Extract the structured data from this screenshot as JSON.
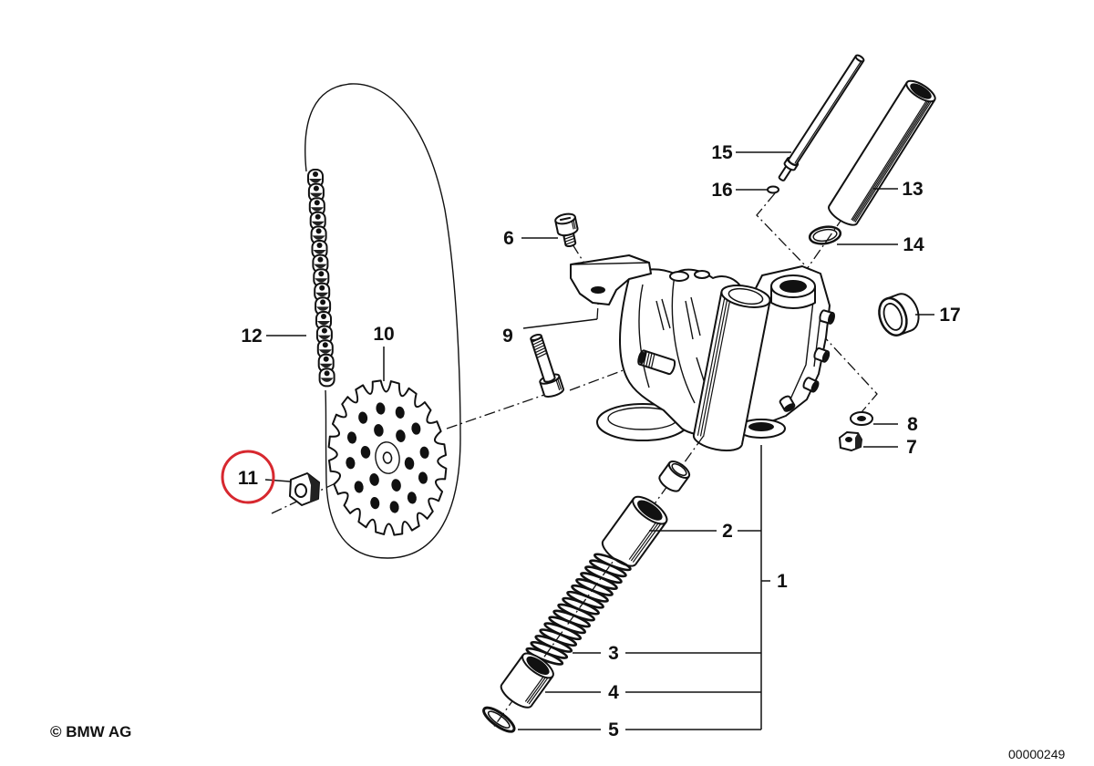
{
  "callouts": {
    "p1": "1",
    "p2": "2",
    "p3": "3",
    "p4": "4",
    "p5": "5",
    "p6": "6",
    "p7": "7",
    "p8": "8",
    "p9": "9",
    "p10": "10",
    "p11": "11",
    "p12": "12",
    "p13": "13",
    "p14": "14",
    "p15": "15",
    "p16": "16",
    "p17": "17"
  },
  "highlight": {
    "color": "#d7282f"
  },
  "footer": {
    "copyright": "© BMW AG",
    "diagram_number": "00000249"
  }
}
